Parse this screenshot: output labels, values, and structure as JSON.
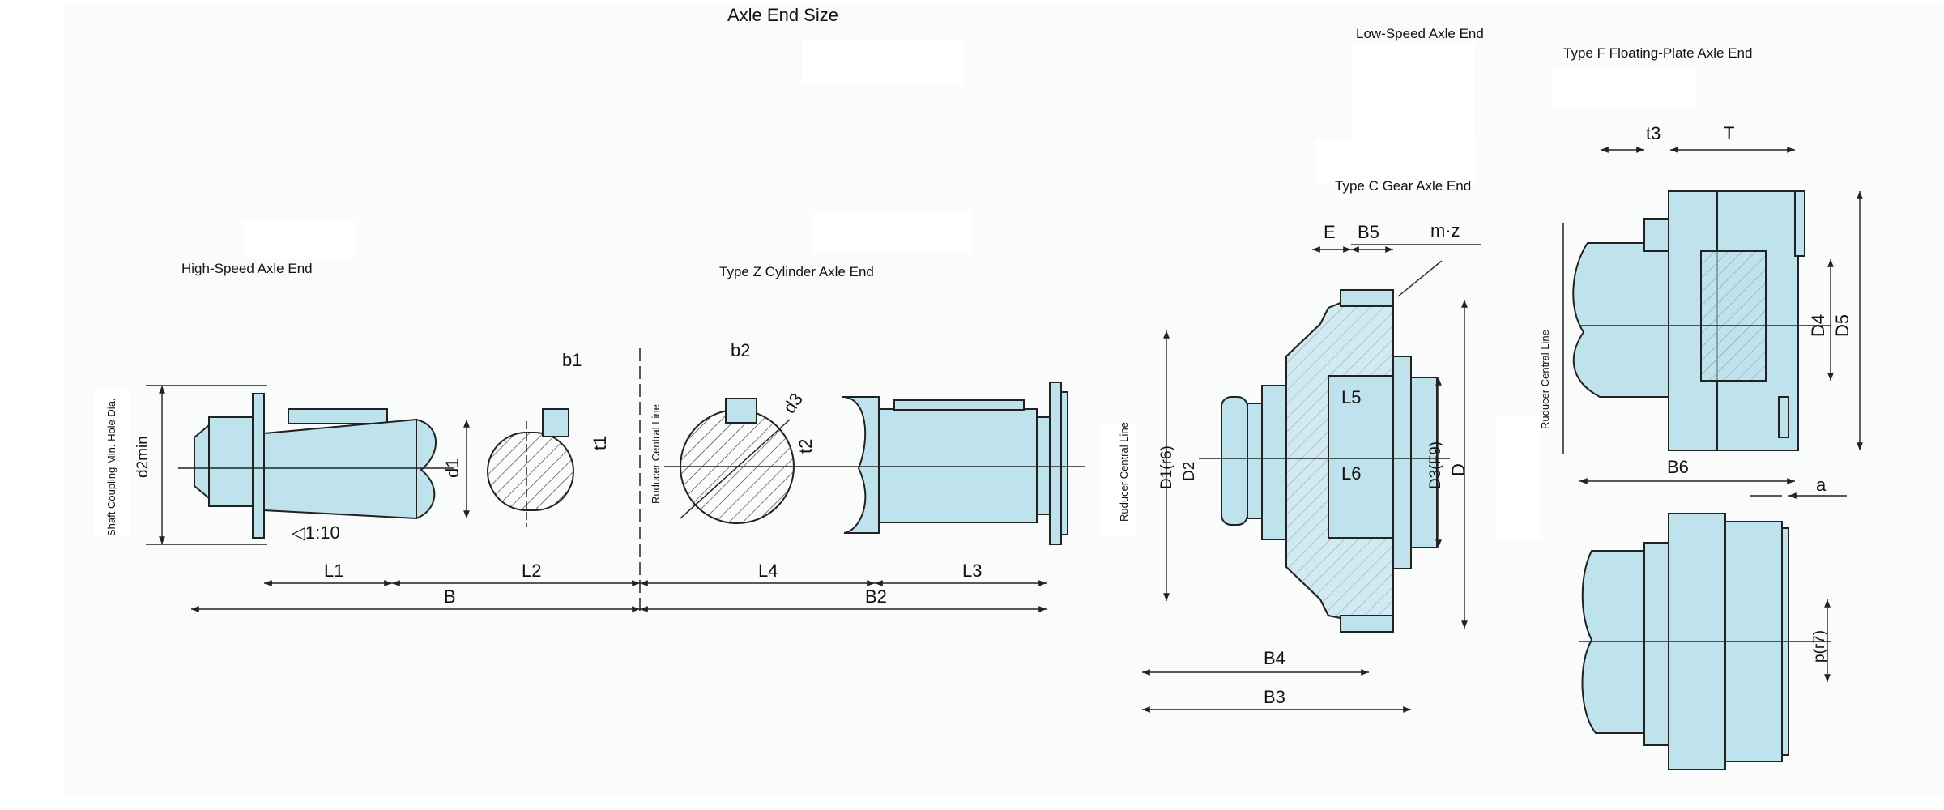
{
  "title": "Axle End Size",
  "sections": {
    "high_speed": "High-Speed Axle End",
    "type_z": "Type Z Cylinder Axle End",
    "low_speed": "Low-Speed Axle End",
    "type_c": "Type C Gear Axle End",
    "type_f": "Type F Floating-Plate Axle End"
  },
  "vertical_labels": {
    "shaft_coupling": "Shaft Coupling Min. Hole Dia.",
    "reducer_line_1": "Ruducer Central Line",
    "reducer_line_2": "Ruducer Central Line",
    "reducer_line_3": "Ruducer Central Line"
  },
  "dims": {
    "d2min": "d2min",
    "d1": "d1",
    "taper": "◁1:10",
    "b1": "b1",
    "t1": "t1",
    "b2": "b2",
    "d3": "d3",
    "t2": "t2",
    "L1": "L1",
    "L2": "L2",
    "L3": "L3",
    "L4": "L4",
    "B": "B",
    "B2": "B2",
    "E": "E",
    "B5": "B5",
    "mz": "m·z",
    "L5": "L5",
    "L6": "L6",
    "D1": "D1(r6)",
    "D2": "D2",
    "D3": "D3(F9)",
    "D": "D",
    "B3": "B3",
    "B4": "B4",
    "t3": "t3",
    "T": "T",
    "D4": "D4",
    "D5": "D5",
    "B6": "B6",
    "a": "a",
    "p": "p(r7)"
  },
  "colors": {
    "part_fill": "#bfe3ec",
    "line": "#222222",
    "paper": "#fafbfb"
  }
}
